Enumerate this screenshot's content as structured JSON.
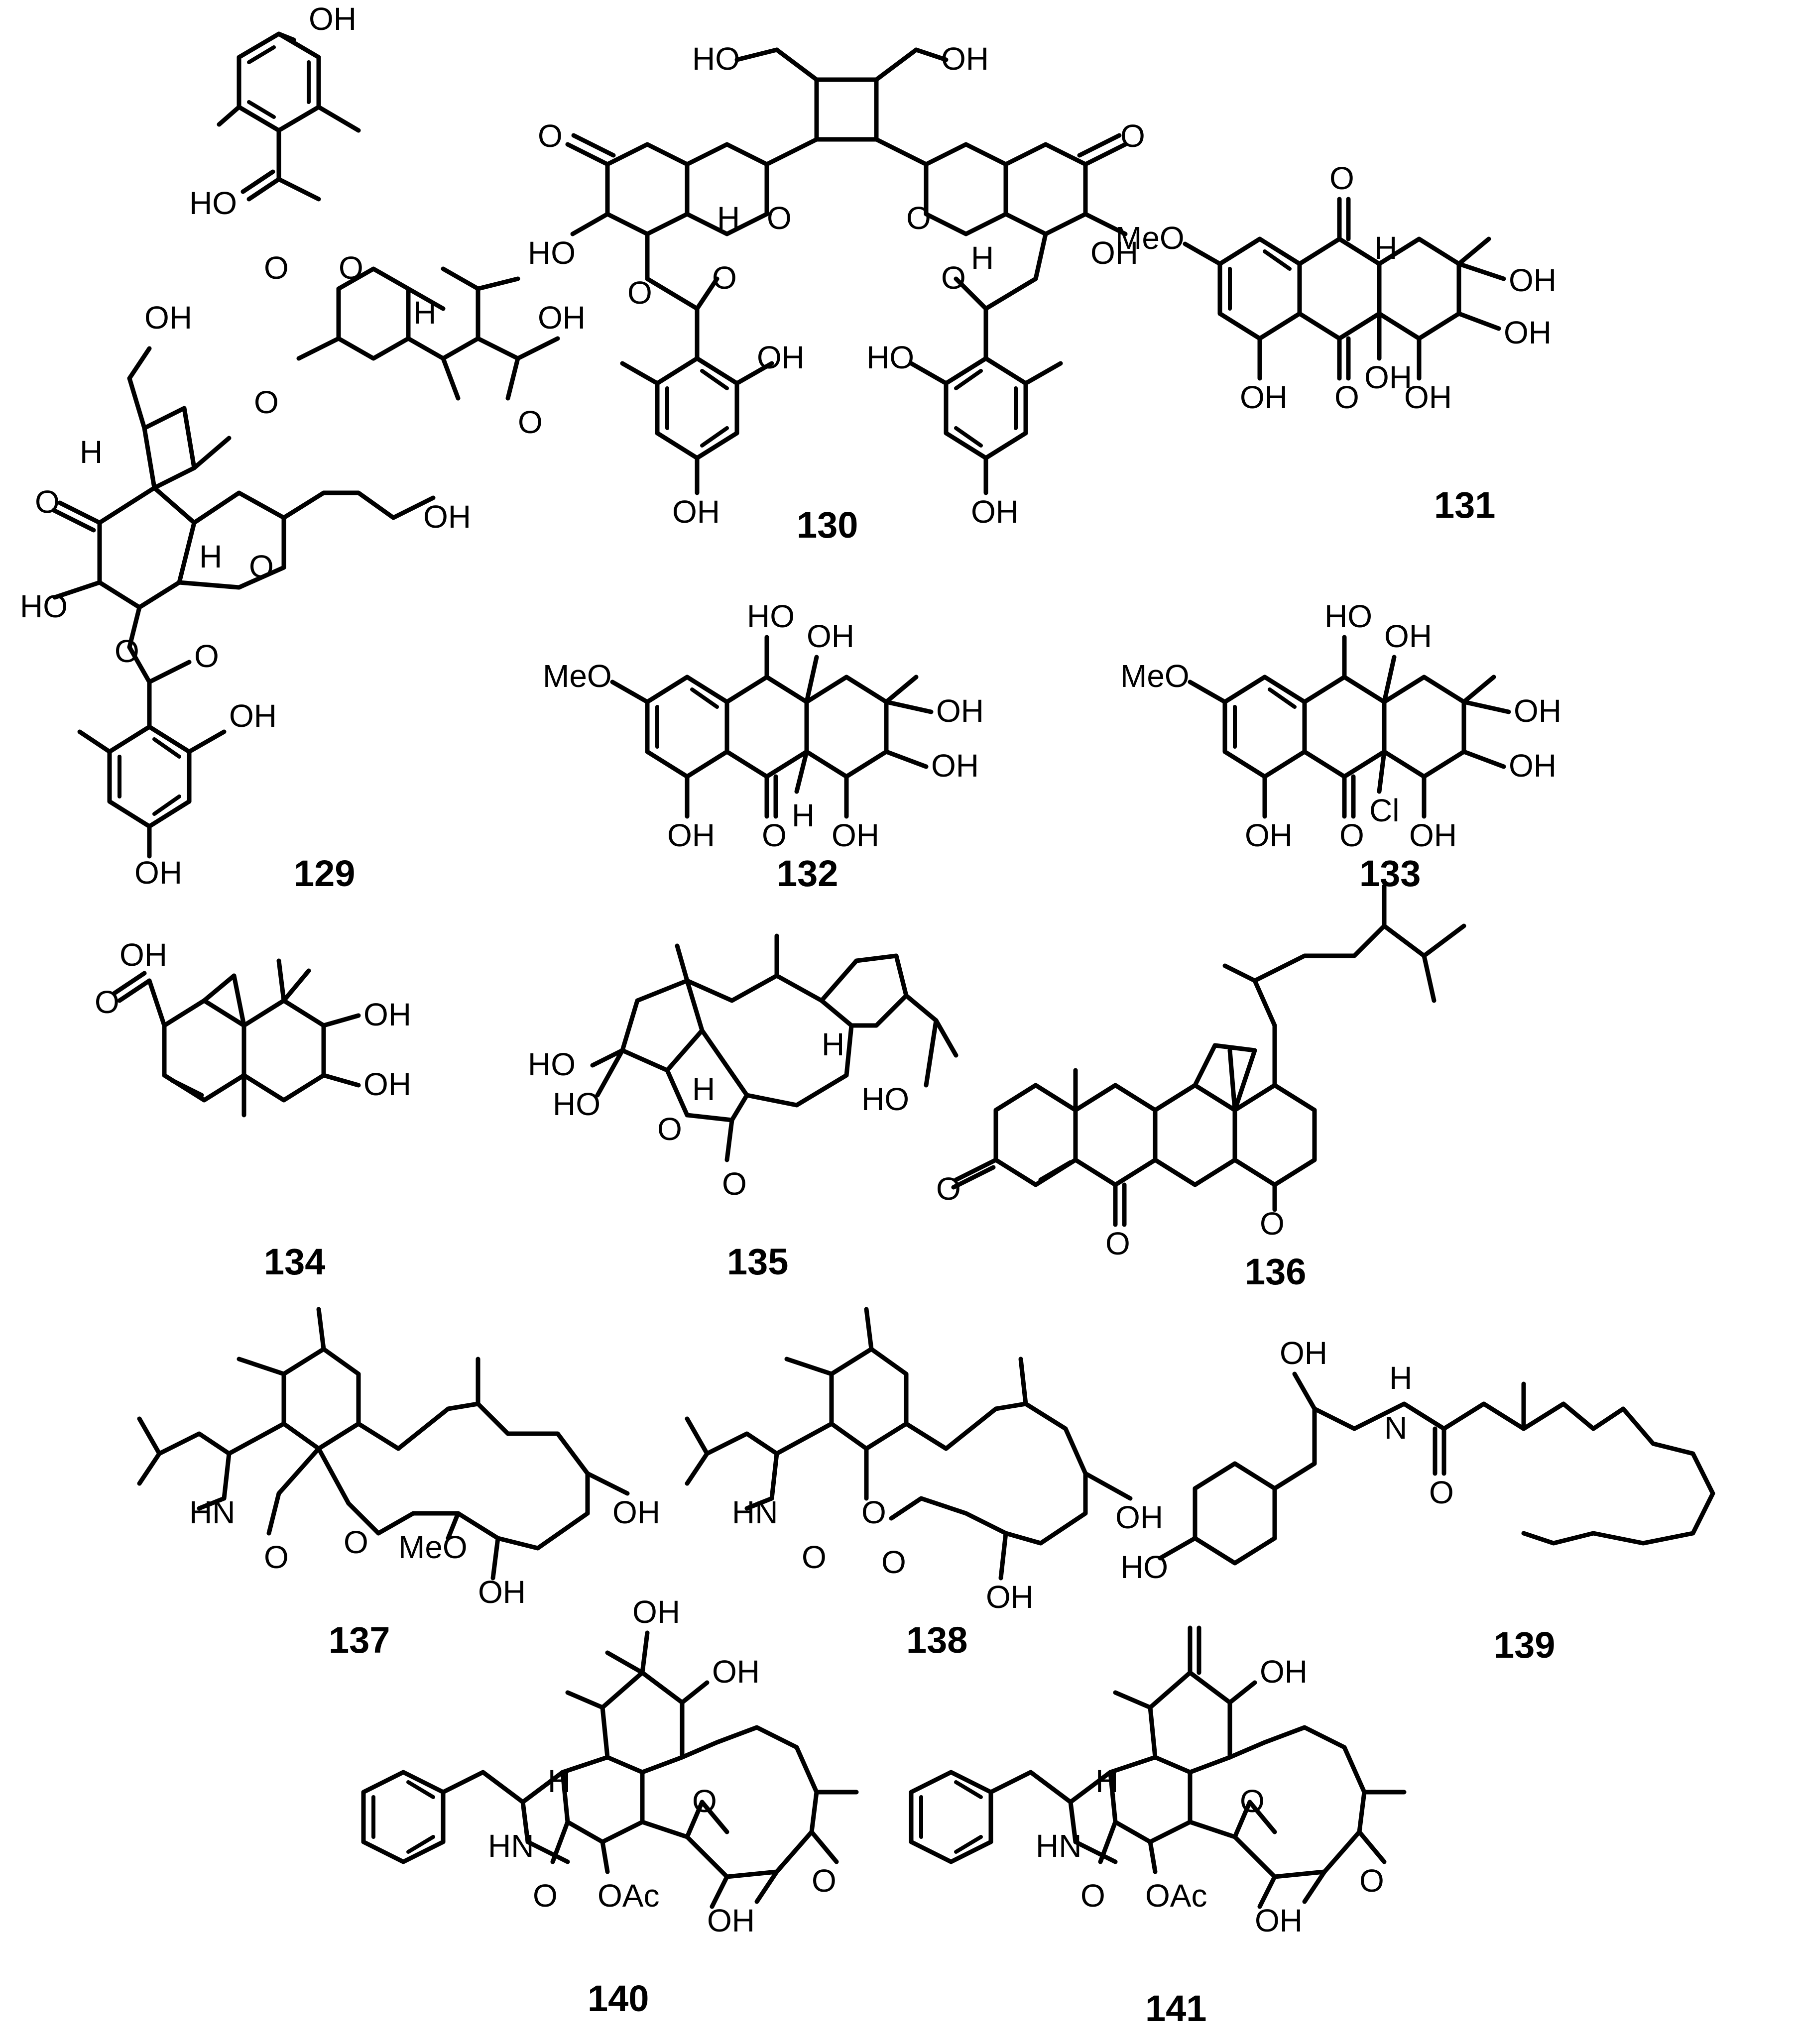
{
  "compounds": [
    {
      "id": "129",
      "labels": [
        "OH",
        "HO",
        "O",
        "O",
        "O",
        "OH",
        "O",
        "OH",
        "H",
        "OH",
        "O",
        "H",
        "O",
        "HO",
        "H",
        "O",
        "O",
        "OH",
        "OH"
      ]
    },
    {
      "id": "130",
      "labels": [
        "HO",
        "OH",
        "O",
        "O",
        "HO",
        "H",
        "O",
        "H",
        "OH",
        "O",
        "O",
        "O",
        "O",
        "OH",
        "HO",
        "OH",
        "OH"
      ]
    },
    {
      "id": "131",
      "labels": [
        "O",
        "H",
        "MeO",
        "OH",
        "OH",
        "OH",
        "O",
        "OH",
        "OH"
      ]
    },
    {
      "id": "132",
      "labels": [
        "HO",
        "OH",
        "MeO",
        "OH",
        "OH",
        "OH",
        "O",
        "H",
        "OH"
      ]
    },
    {
      "id": "133",
      "labels": [
        "HO",
        "OH",
        "MeO",
        "OH",
        "OH",
        "OH",
        "O",
        "Cl",
        "OH"
      ]
    },
    {
      "id": "134",
      "labels": [
        "OH",
        "O",
        "OH",
        "OH"
      ]
    },
    {
      "id": "135",
      "labels": [
        "HO",
        "H",
        "HO",
        "H",
        "O",
        "O",
        "HO"
      ]
    },
    {
      "id": "136",
      "labels": [
        "O",
        "O",
        "O"
      ]
    },
    {
      "id": "137",
      "labels": [
        "HN",
        "O",
        "O",
        "MeO",
        "OH",
        "OH"
      ]
    },
    {
      "id": "138",
      "labels": [
        "HN",
        "O",
        "O",
        "O",
        "OH",
        "OH"
      ]
    },
    {
      "id": "139",
      "labels": [
        "OH",
        "H",
        "N",
        "O",
        "HO"
      ]
    },
    {
      "id": "140",
      "labels": [
        "OH",
        "OH",
        "H",
        "HN",
        "O",
        "O",
        "OAc",
        "OH",
        "O"
      ]
    },
    {
      "id": "141",
      "labels": [
        "OH",
        "H",
        "HN",
        "O",
        "O",
        "OAc",
        "OH",
        "O"
      ]
    }
  ]
}
